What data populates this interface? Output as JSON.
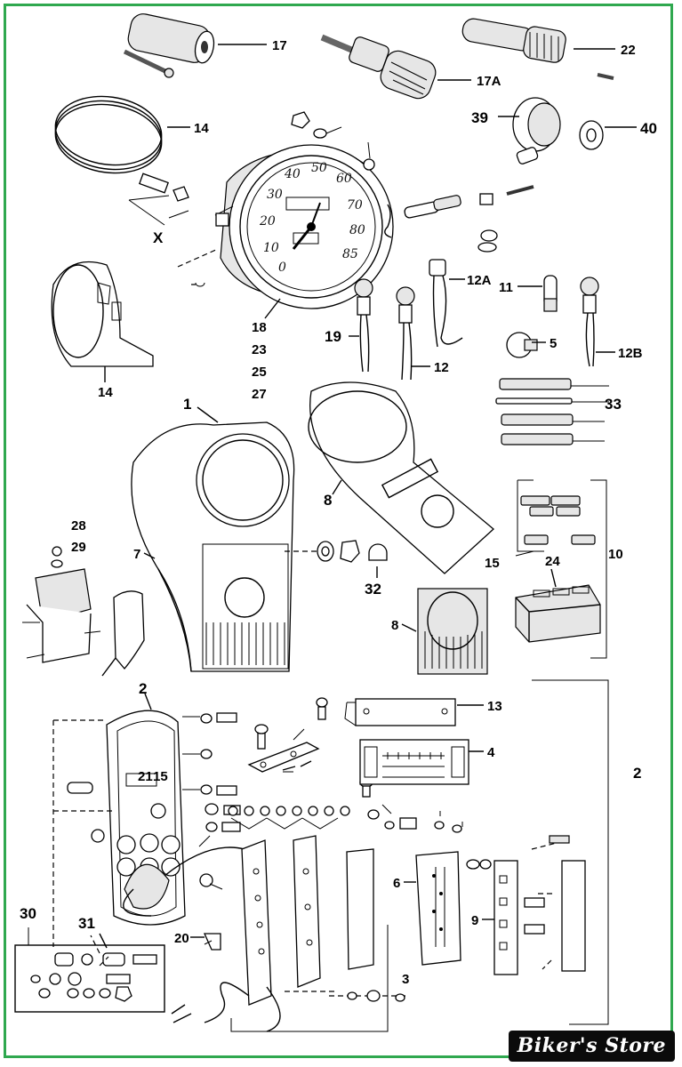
{
  "labels": {
    "l17": "17",
    "l17A": "17A",
    "l22": "22",
    "l14a": "14",
    "l39": "39",
    "l40": "40",
    "lX": "X",
    "l14b": "14",
    "l18": "18",
    "l23": "23",
    "l25": "25",
    "l27": "27",
    "l12A": "12A",
    "l11": "11",
    "l19": "19",
    "l12": "12",
    "l5": "5",
    "l12B": "12B",
    "l1": "1",
    "l33": "33",
    "l8a": "8",
    "l28": "28",
    "l29": "29",
    "l7": "7",
    "l32": "32",
    "l15a": "15",
    "l24": "24",
    "l10": "10",
    "l8b": "8",
    "l2a": "2",
    "l13": "13",
    "l4": "4",
    "l2b": "2",
    "l21": "21",
    "l15b": "15",
    "l6": "6",
    "l9": "9",
    "l30": "30",
    "l31": "31",
    "l20": "20",
    "l3": "3"
  },
  "speedo_dial": [
    "0",
    "10",
    "20",
    "30",
    "40",
    "50",
    "60",
    "70",
    "80",
    "85"
  ],
  "logo": "Biker's Store",
  "colors": {
    "border": "#2fa84f",
    "ink": "#000000",
    "logo_bg": "#0b0b0b"
  }
}
